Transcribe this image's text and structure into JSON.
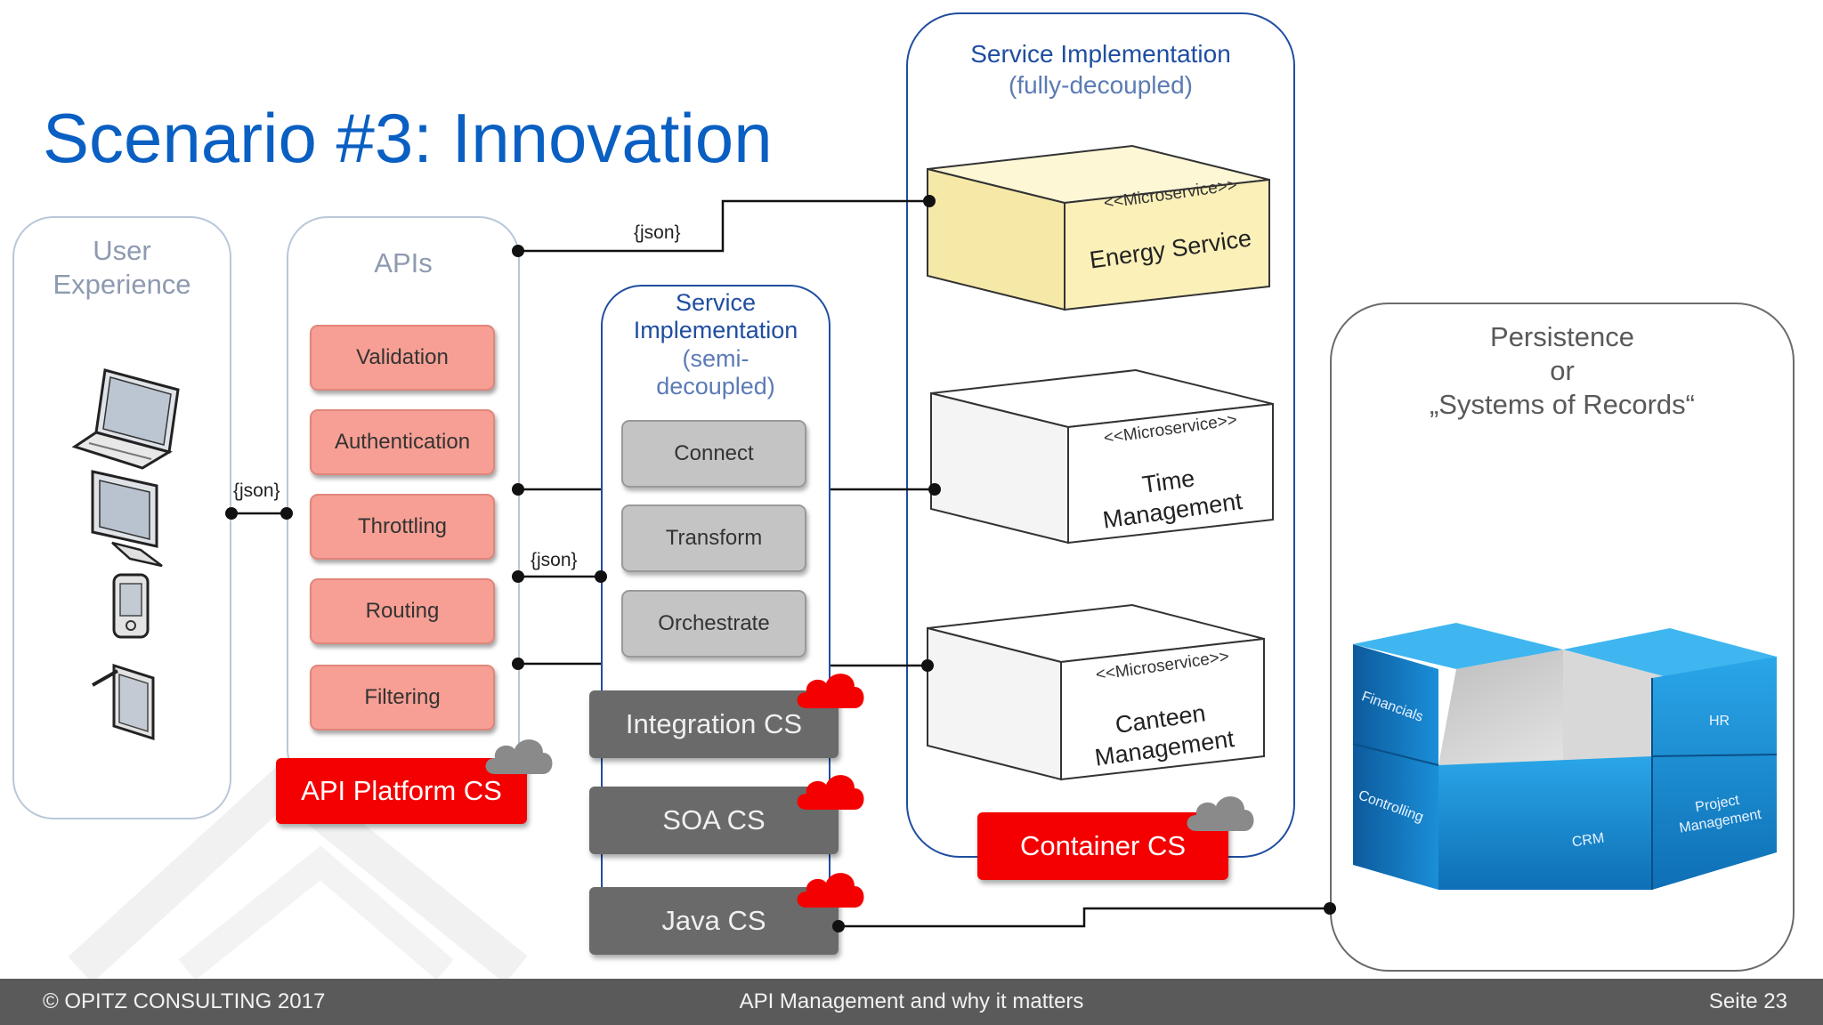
{
  "title": "Scenario #3: Innovation",
  "user_experience": {
    "title_line1": "User",
    "title_line2": "Experience"
  },
  "apis": {
    "title": "APIs",
    "items": [
      "Validation",
      "Authentication",
      "Throttling",
      "Routing",
      "Filtering"
    ],
    "platform_label": "API Platform CS"
  },
  "semi": {
    "title_lines": [
      "Service",
      "Implementation"
    ],
    "subtitle_lines": [
      "(semi-",
      "decoupled)"
    ],
    "items": [
      "Connect",
      "Transform",
      "Orchestrate"
    ]
  },
  "cloud_services": [
    "Integration CS",
    "SOA CS",
    "Java CS"
  ],
  "full": {
    "title": "Service Implementation",
    "subtitle": "(fully-decoupled)",
    "stereotype": "<<Microservice>>",
    "services": [
      {
        "name_lines": [
          "Energy Service"
        ]
      },
      {
        "name_lines": [
          "Time",
          "Management"
        ]
      },
      {
        "name_lines": [
          "Canteen",
          "Management"
        ]
      }
    ],
    "container_label": "Container CS"
  },
  "persistence": {
    "title_lines": [
      "Persistence",
      "or",
      "„Systems of Records“"
    ],
    "blocks": [
      "Financials",
      "HR",
      "Controlling",
      "CRM",
      "Project",
      "Management"
    ]
  },
  "json_labels": [
    "{json}",
    "{json}",
    "{json}"
  ],
  "footer": {
    "left": "© OPITZ CONSULTING 2017",
    "center": "API Management and why it matters",
    "right": "Seite 23"
  },
  "colors": {
    "title_blue": "#0a5fc2",
    "salmon": "#f79f94",
    "red": "#f40000",
    "dark_gray": "#6a6a6a",
    "energy_yellow": "#fbf0b8",
    "cube_blue": "#1a8fd8"
  }
}
